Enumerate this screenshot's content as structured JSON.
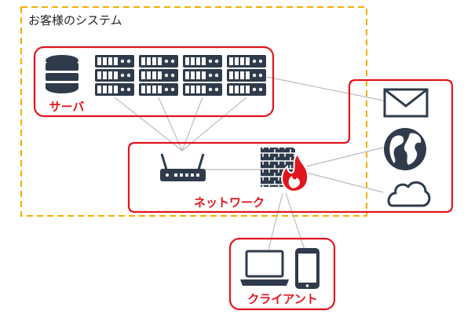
{
  "colors": {
    "accent_red": "#e0151e",
    "dashed_orange": "#f0b000",
    "icon_dark": "#2f3b4b",
    "line_gray": "#bbbbbb"
  },
  "customer_system": {
    "label": "お客様のシステム"
  },
  "servers": {
    "label": "サーバ",
    "icons": [
      "database-icon",
      "server-rack-icon",
      "server-rack-icon",
      "server-rack-icon",
      "server-rack-icon"
    ]
  },
  "network": {
    "label": "ネットワーク",
    "icons": [
      "router-icon",
      "firewall-icon"
    ]
  },
  "external": {
    "icons": [
      "mail-icon",
      "globe-icon",
      "cloud-icon"
    ]
  },
  "clients": {
    "label": "クライアント",
    "icons": [
      "laptop-icon",
      "smartphone-icon"
    ]
  }
}
